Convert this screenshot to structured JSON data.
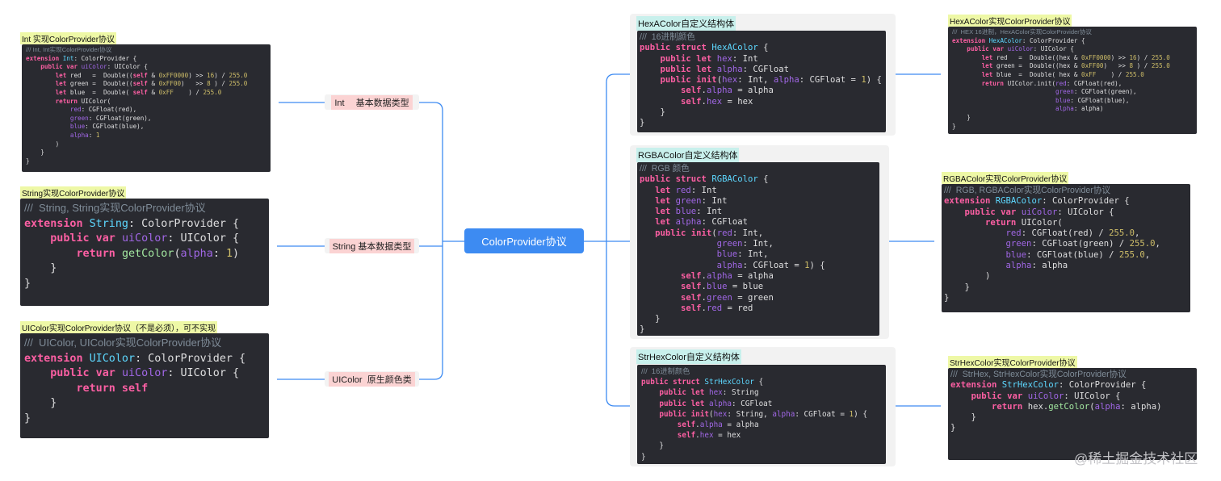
{
  "center_label": "ColorProvider协议",
  "left_branches": [
    {
      "label": "Int　 基本数据类型"
    },
    {
      "label": "String 基本数据类型"
    },
    {
      "label": "UIColor  原生颜色类"
    }
  ],
  "left_cards": [
    {
      "title": "Int 实现ColorProvider协议",
      "lines": [
        "/// Int, Int实现ColorProvider协议",
        "extension Int: ColorProvider {",
        "    public var uiColor: UIColor {",
        "        let red   =  Double((self & 0xFF0000) >> 16) / 255.0",
        "        let green =  Double((self & 0xFF00)   >> 8 ) / 255.0",
        "        let blue  =  Double( self & 0xFF    ) / 255.0",
        "        return UIColor(",
        "            red: CGFloat(red),",
        "            green: CGFloat(green),",
        "            blue: CGFloat(blue),",
        "            alpha: 1",
        "        )",
        "    }",
        "}"
      ]
    },
    {
      "title": "String实现ColorProvider协议",
      "lines": [
        "///  String, String实现ColorProvider协议",
        "extension String: ColorProvider {",
        "    public var uiColor: UIColor {",
        "        return getColor(alpha: 1)",
        "    }",
        "}"
      ]
    },
    {
      "title": "UIColor实现ColorProvider协议（不是必须），可不实现",
      "lines": [
        "///  UIColor, UIColor实现ColorProvider协议",
        "extension UIColor: ColorProvider {",
        "    public var uiColor: UIColor {",
        "        return self",
        "    }",
        "}"
      ]
    }
  ],
  "right_structs": [
    {
      "title": "HexAColor自定义结构体",
      "lines": [
        "///  16进制颜色",
        "public struct HexAColor {",
        "    public let hex: Int",
        "    public let alpha: CGFloat",
        "    public init(hex: Int, alpha: CGFloat = 1) {",
        "        self.alpha = alpha",
        "        self.hex = hex",
        "    }",
        "}"
      ]
    },
    {
      "title": "RGBAColor自定义结构体",
      "lines": [
        "///  RGB 颜色",
        "public struct RGBAColor {",
        "   let red: Int",
        "   let green: Int",
        "   let blue: Int",
        "   let alpha: CGFloat",
        "   public init(red: Int,",
        "               green: Int,",
        "               blue: Int,",
        "               alpha: CGFloat = 1) {",
        "        self.alpha = alpha",
        "        self.blue = blue",
        "        self.green = green",
        "        self.red = red",
        "   }",
        "}"
      ]
    },
    {
      "title": "StrHexColor自定义结构体",
      "lines": [
        "///  16进制颜色",
        "public struct StrHexColor {",
        "    public let hex: String",
        "    public let alpha: CGFloat",
        "    public init(hex: String, alpha: CGFloat = 1) {",
        "        self.alpha = alpha",
        "        self.hex = hex",
        "    }",
        "}"
      ]
    }
  ],
  "right_cards": [
    {
      "title": "HexAColor实现ColorProvider协议",
      "lines": [
        "///  HEX 16进制，HexAColor实现ColorProvider协议",
        "extension HexAColor: ColorProvider {",
        "    public var uiColor: UIColor {",
        "        let red   =  Double((hex & 0xFF0000) >> 16) / 255.0",
        "        let green =  Double((hex & 0xFF00)   >> 8 ) / 255.0",
        "        let blue  =  Double( hex & 0xFF    ) / 255.0",
        "        return UIColor.init(red: CGFloat(red),",
        "                            green: CGFloat(green),",
        "                            blue: CGFloat(blue),",
        "                            alpha: alpha)",
        "    }",
        "}"
      ]
    },
    {
      "title": "RGBAColor实现ColorProvider协议",
      "lines": [
        "///  RGB, RGBAColor实现ColorProvider协议",
        "extension RGBAColor: ColorProvider {",
        "    public var uiColor: UIColor {",
        "        return UIColor(",
        "            red: CGFloat(red) / 255.0,",
        "            green: CGFloat(green) / 255.0,",
        "            blue: CGFloat(blue) / 255.0,",
        "            alpha: alpha",
        "        )",
        "    }",
        "}"
      ]
    },
    {
      "title": "StrHexColor实现ColorProvider协议",
      "lines": [
        "///  StrHex, StrHexColor实现ColorProvider协议",
        "extension StrHexColor: ColorProvider {",
        "    public var uiColor: UIColor {",
        "        return hex.getColor(alpha: alpha)",
        "    }",
        "}"
      ]
    }
  ],
  "watermark": "@稀土掘金技术社区",
  "colors": {
    "center": "#3d8bf2",
    "connector": "#3d8bf2",
    "code_bg": "#292a30",
    "keyword": "#fc5fa3",
    "type": "#5dd8ff",
    "property": "#a167e6",
    "number": "#d0bf69",
    "comment": "#7f8c98",
    "branch_label_bg": "#fbd3d3",
    "struct_title_bg": "#c8f0ec",
    "card_title_bg": "#eef8a6"
  }
}
